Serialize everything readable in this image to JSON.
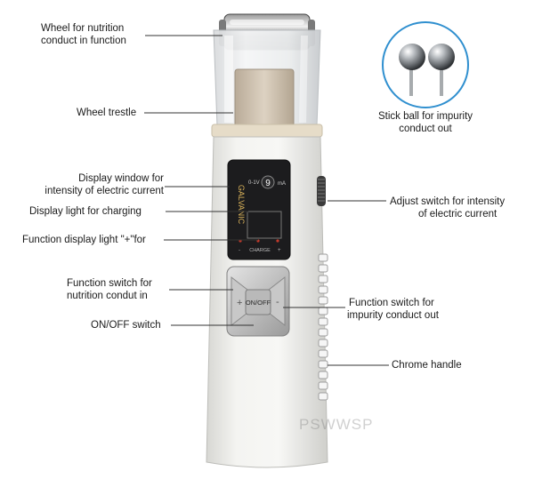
{
  "labels": {
    "wheel_nutrition_1": "Wheel for nutrition",
    "wheel_nutrition_2": "conduct in function",
    "wheel_trestle": "Wheel trestle",
    "display_window_1": "Display window for",
    "display_window_2": "intensity of electric current",
    "display_light_charging": "Display light for charging",
    "function_display_light": "Function display light \"+\"for",
    "function_switch_nutrition_1": "Function switch for",
    "function_switch_nutrition_2": "nutrition condut in",
    "onoff_switch": "ON/OFF switch",
    "stick_ball_1": "Stick ball for impurity",
    "stick_ball_2": "conduct out",
    "adjust_switch_1": "Adjust switch for intensity",
    "adjust_switch_2": "of electric current",
    "function_switch_impurity_1": "Function switch for",
    "function_switch_impurity_2": "impurity conduct out",
    "chrome_handle": "Chrome handle"
  },
  "device": {
    "brand_text": "GALVANIC",
    "display_value": "9",
    "scale_left": "0-1V",
    "scale_unit": "mA",
    "charge_text": "CHARGE",
    "minus_sign": "-",
    "plus_sign": "+",
    "onoff_label": "ON/OFF",
    "left_key": "+",
    "right_key": "-"
  },
  "watermark": "PSWWSP",
  "colors": {
    "device_body": "#e9e9e6",
    "display_bg": "#1c1c1e",
    "ball_circle_stroke": "#2f8fcf"
  }
}
